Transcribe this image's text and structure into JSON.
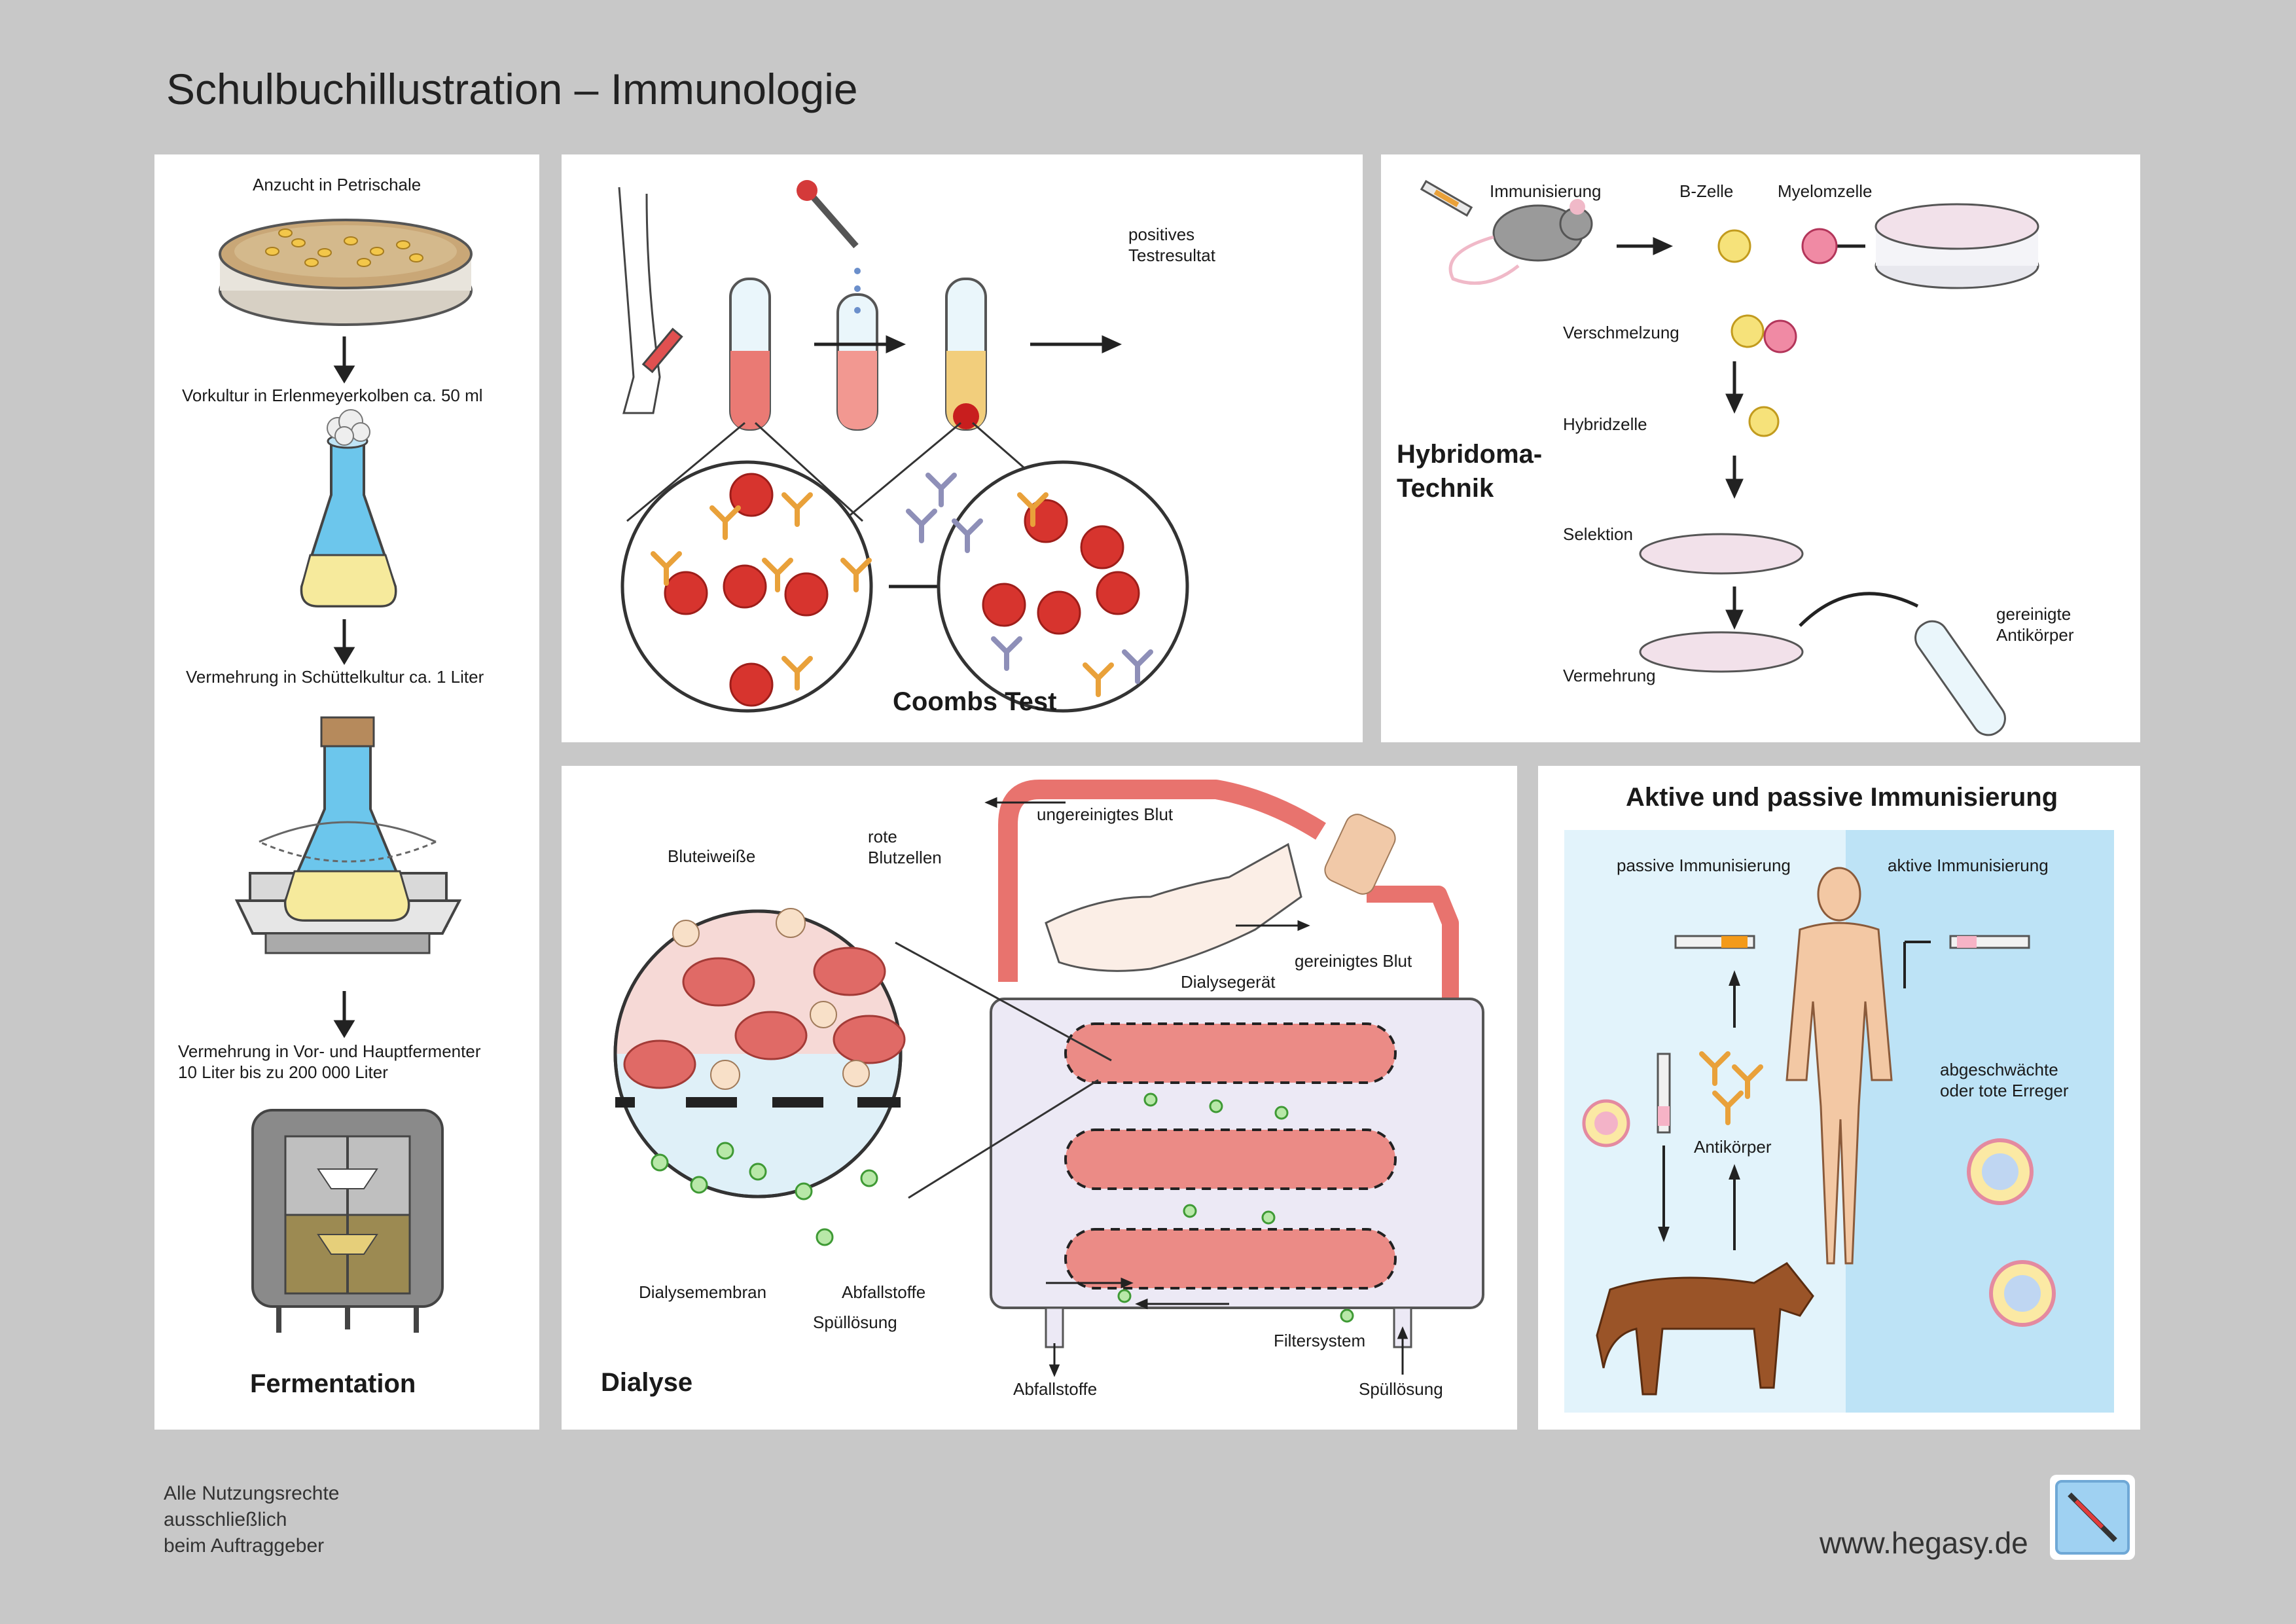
{
  "title": "Schulbuchillustration – Immunologie",
  "fermentation": {
    "title": "Fermentation",
    "step1": "Anzucht in Petrischale",
    "step2": "Vorkultur in  Erlenmeyerkolben ca. 50 ml",
    "step3": "Vermehrung in Schüttelkultur ca. 1 Liter",
    "step4": "Vermehrung in Vor- und Hauptfermenter\n10 Liter bis zu 200 000 Liter"
  },
  "coombs": {
    "title": "Coombs Test",
    "result": "positives\nTestresultat"
  },
  "hybridoma": {
    "title": "Hybridoma-\nTechnik",
    "immunisierung": "Immunisierung",
    "bzelle": "B-Zelle",
    "myelomzelle": "Myelomzelle",
    "verschmelzung": "Verschmelzung",
    "hybridzelle": "Hybridzelle",
    "selektion": "Selektion",
    "vermehrung": "Vermehrung",
    "antikoerper": "gereinigte\nAntikörper"
  },
  "dialyse": {
    "title": "Dialyse",
    "ungereinigt": "ungereinigtes Blut",
    "gereinigt": "gereinigtes Blut",
    "geraet": "Dialysegerät",
    "bluteiweisse": "Bluteiweiße",
    "blutzellen": "rote\nBlutzellen",
    "membran": "Dialysemembran",
    "abfallstoffe_zoom": "Abfallstoffe",
    "spuelloesung_zoom": "Spüllösung",
    "filtersystem": "Filtersystem",
    "abfallstoffe": "Abfallstoffe",
    "spuelloesung": "Spüllösung"
  },
  "immunisierung": {
    "title": "Aktive und passive Immunisierung",
    "passive": "passive Immunisierung",
    "aktive": "aktive Immunisierung",
    "antikoerper": "Antikörper",
    "erreger": "abgeschwächte\noder tote Erreger"
  },
  "footer": {
    "rights": "Alle Nutzungsrechte\nausschließlich\nbeim Auftraggeber",
    "site": "www.hegasy.de"
  },
  "colors": {
    "background": "#c8c8c8",
    "panel": "#ffffff",
    "blood": "#e8736e",
    "waste": "#9fdc8c",
    "passive_bg": "#e2f3fb",
    "active_bg": "#bde3f6",
    "antibody": "#e9a13a"
  }
}
